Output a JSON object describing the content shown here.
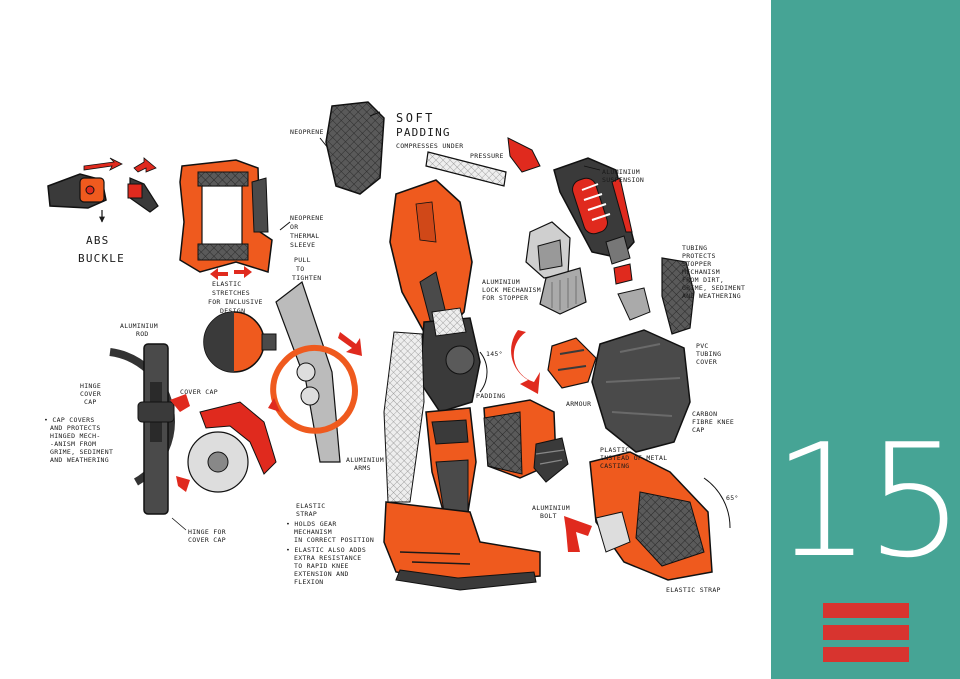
{
  "colors": {
    "panel": "#46a495",
    "accent_orange": "#ef5a1e",
    "arrow_red": "#e02a1e",
    "dark_grey": "#4a4a4a",
    "menu_red": "#d8342f"
  },
  "page": {
    "number": "15"
  },
  "sidebar": {
    "menu_icon": "menu-icon"
  },
  "sketch": {
    "labels": {
      "abs_buckle_1": "ABS",
      "abs_buckle_2": "BUCKLE",
      "neoprene": "NEOPRENE",
      "soft_padding_1": "SOFT",
      "soft_padding_2": "PADDING",
      "soft_padding_3": "COMPRESSES UNDER",
      "soft_padding_4": "PRESSURE",
      "aluminium_suspension_1": "ALUMINIUM",
      "aluminium_suspension_2": "SUSPENSION",
      "neoprene_sleeve_1": "NEOPRENE",
      "neoprene_sleeve_2": "OR",
      "neoprene_sleeve_3": "THERMAL",
      "neoprene_sleeve_4": "SLEEVE",
      "pull_tighten_1": "PULL",
      "pull_tighten_2": "TO",
      "pull_tighten_3": "TIGHTEN",
      "elastic_stretches_1": "ELASTIC",
      "elastic_stretches_2": "STRETCHES",
      "elastic_stretches_3": "FOR INCLUSIVE",
      "elastic_stretches_4": "DESIGN",
      "tubing_1": "TUBING",
      "tubing_2": "PROTECTS",
      "tubing_3": "STOPPER",
      "tubing_4": "MECHANISM",
      "tubing_5": "FROM DIRT,",
      "tubing_6": "GRIME, SEDIMENT",
      "tubing_7": "AND WEATHERING",
      "aluminium_lock_1": "ALUMINIUM",
      "aluminium_lock_2": "LOCK MECHANISM",
      "aluminium_lock_3": "FOR STOPPER",
      "aluminium_rod_1": "ALUMINIUM",
      "aluminium_rod_2": "ROD",
      "pvc_1": "PVC",
      "pvc_2": "TUBING",
      "pvc_3": "COVER",
      "hinge_cover_1": "HINGE",
      "hinge_cover_2": "COVER",
      "hinge_cover_3": "CAP",
      "cover_cap": "COVER CAP",
      "cap_covers_1": "• CAP COVERS",
      "cap_covers_2": "AND PROTECTS",
      "cap_covers_3": "HINGED MECH-",
      "cap_covers_4": "-ANISM FROM",
      "cap_covers_5": "GRIME, SEDIMENT",
      "cap_covers_6": "AND WEATHERING",
      "angle_leg": "145°",
      "padding": "PADDING",
      "armour": "ARMOUR",
      "carbon_1": "CARBON",
      "carbon_2": "FIBRE KNEE",
      "carbon_3": "CAP",
      "aluminium_arms_1": "ALUMINIUM",
      "aluminium_arms_2": "ARMS",
      "plastic_instead_1": "PLASTIC",
      "plastic_instead_2": "INSTEAD OF METAL",
      "plastic_instead_3": "CASTING",
      "angle_cap": "65°",
      "aluminium_bolt_1": "ALUMINIUM",
      "aluminium_bolt_2": "BOLT",
      "elastic_strap_1": "ELASTIC",
      "elastic_strap_2": "STRAP",
      "elastic_strap_3": "• HOLDS GEAR",
      "elastic_strap_4": "MECHANISM",
      "elastic_strap_5": "IN CORRECT POSITION",
      "elastic_strap_6": "• ELASTIC ALSO ADDS",
      "elastic_strap_7": "EXTRA RESISTANCE",
      "elastic_strap_8": "TO RAPID KNEE",
      "elastic_strap_9": "EXTENSION AND",
      "elastic_strap_10": "FLEXION",
      "hinge_for_1": "HINGE FOR",
      "hinge_for_2": "COVER CAP",
      "elastic_strap_bottom": "ELASTIC STRAP"
    }
  }
}
